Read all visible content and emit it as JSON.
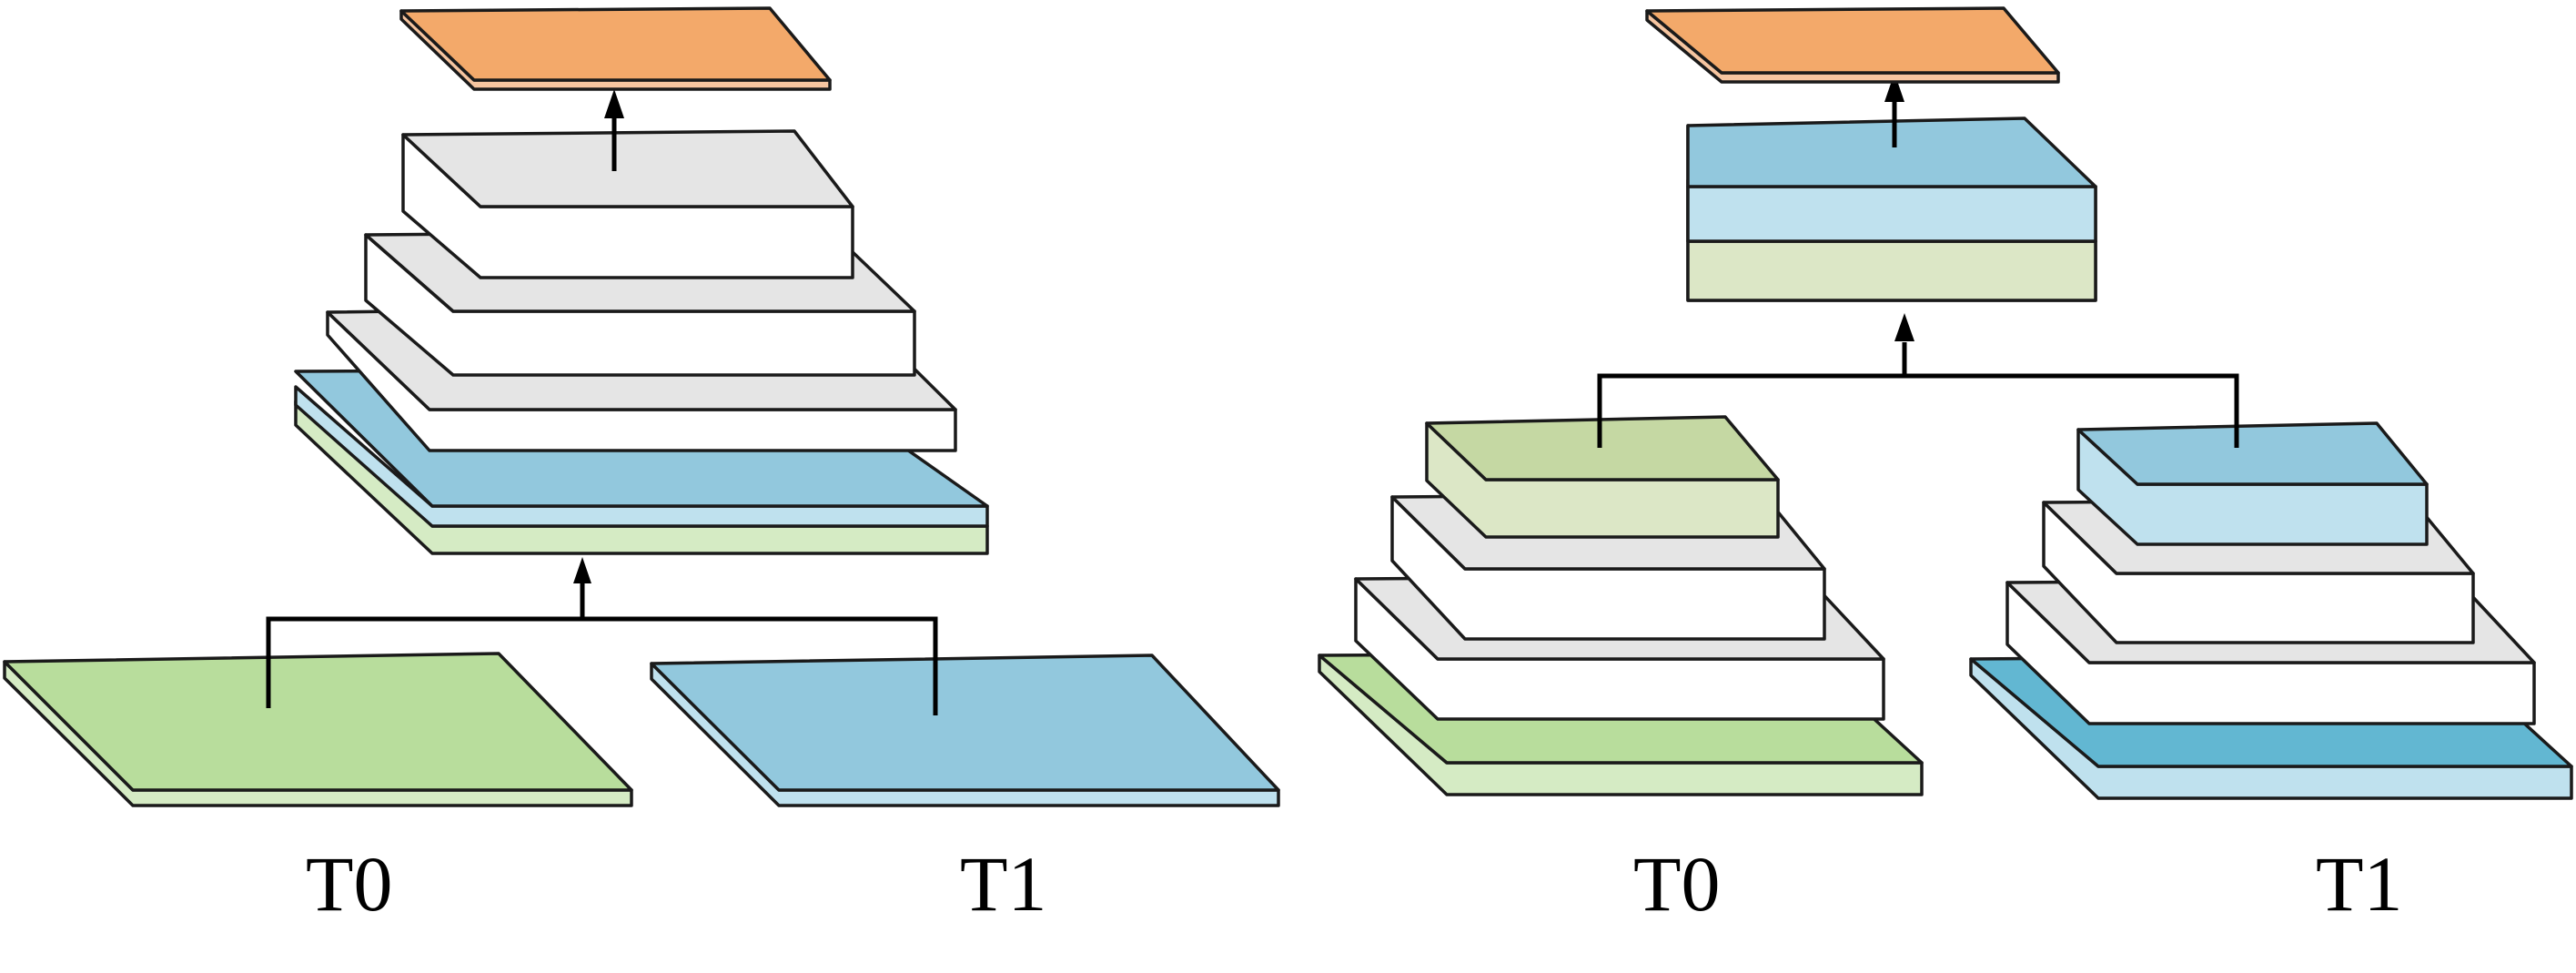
{
  "colors": {
    "orange_top": "#f3a96a",
    "orange_front": "#f6c5a0",
    "gray_top": "#e5e5e5",
    "white_front": "#ffffff",
    "blue_top": "#92c8dd",
    "blue_front": "#bfe1ee",
    "blue_dark_top": "#62b7d2",
    "green_top": "#b8dd9c",
    "green_front": "#d5ebc4",
    "olive_top": "#c5d8a3",
    "olive_front": "#dce7c6",
    "line": "#000000"
  },
  "left_panel": {
    "input_labels": [
      "T0",
      "T1"
    ]
  },
  "right_panel": {
    "input_labels": [
      "T0",
      "T1"
    ]
  }
}
